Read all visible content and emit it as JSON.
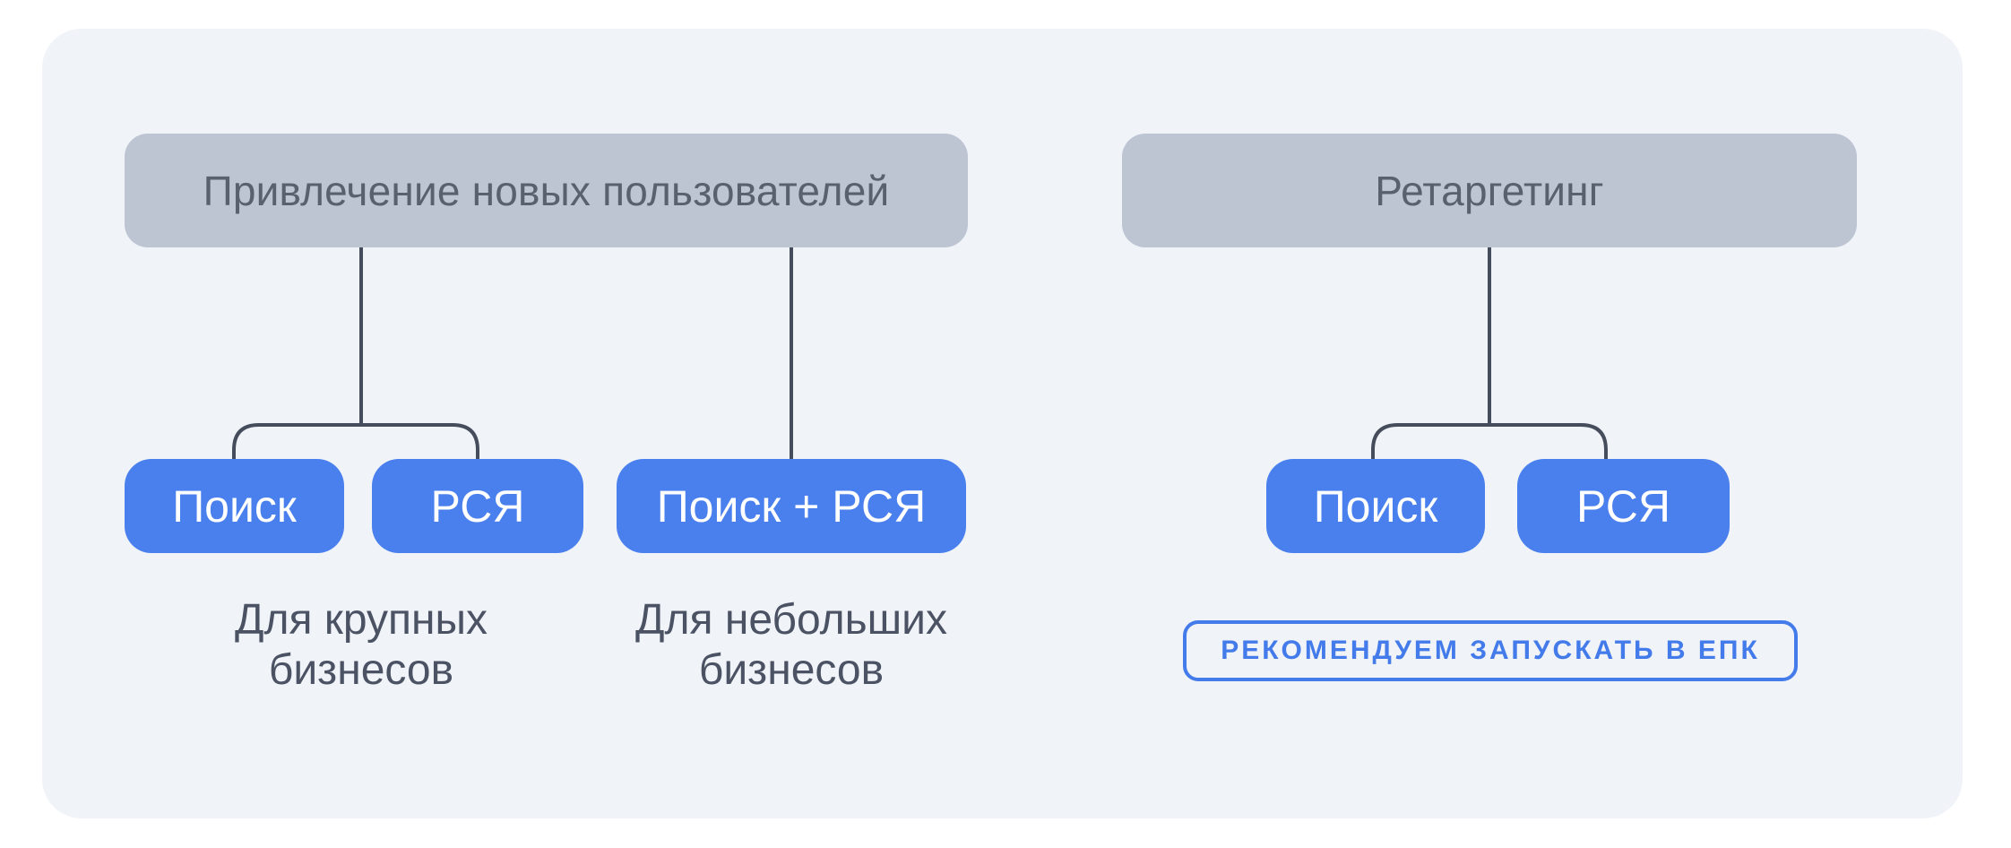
{
  "colors": {
    "page_bg": "#FFFFFF",
    "panel_bg": "#F0F3F8",
    "parent_box_bg": "#BDC4D2",
    "parent_box_text": "#59616F",
    "child_box_bg": "#4A80EE",
    "child_box_text": "#FFFFFF",
    "connector": "#454C5C",
    "caption_text": "#4A5263",
    "badge_accent": "#447BEA"
  },
  "tree": {
    "acquisition": {
      "title": "Привлечение новых пользователей",
      "children_pair": [
        "Поиск",
        "РСЯ"
      ],
      "pair_caption": "Для крупных\nбизнесов",
      "single_child": "Поиск + РСЯ",
      "single_caption": "Для небольших\nбизнесов"
    },
    "retargeting": {
      "title": "Ретаргетинг",
      "children_pair": [
        "Поиск",
        "РСЯ"
      ],
      "badge": "РЕКОМЕНДУЕМ ЗАПУСКАТЬ В ЕПК"
    }
  }
}
